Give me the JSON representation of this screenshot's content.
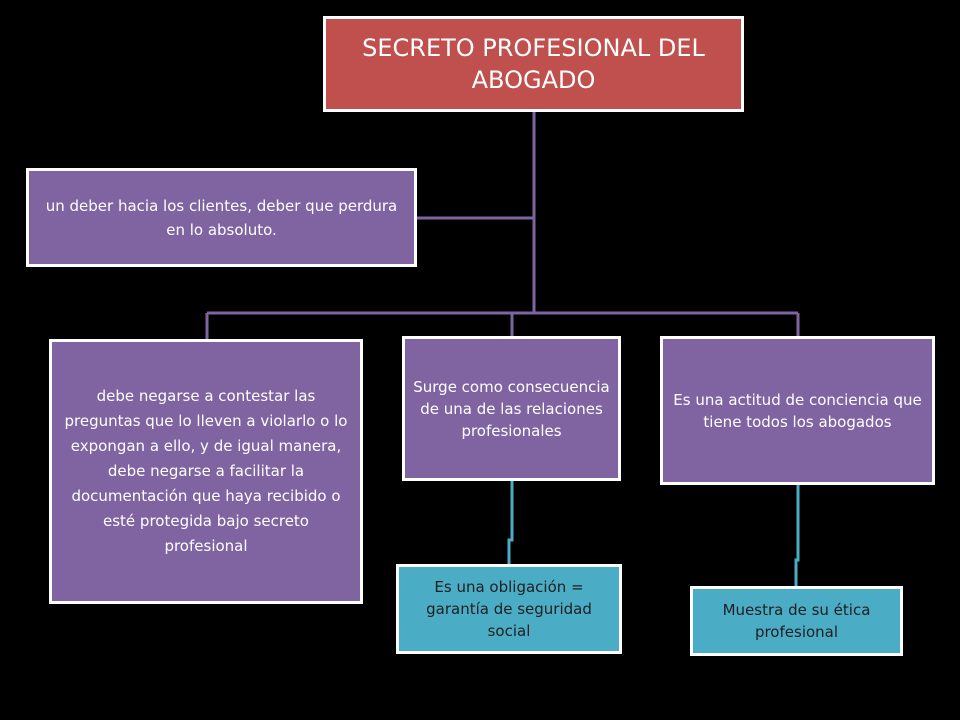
{
  "diagram": {
    "root": {
      "text": "SECRETO PROFESIONAL  DEL ABOGADO"
    },
    "duty": {
      "text": "un deber hacia los clientes, deber que perdura en lo absoluto."
    },
    "children": [
      {
        "id": "refuse",
        "text": "debe negarse a contestar las preguntas que lo lleven a violarlo o lo expongan a ello, y de igual manera, debe negarse a facilitar la documentación que haya recibido o esté protegida bajo secreto profesional"
      },
      {
        "id": "arises",
        "text": "Surge como consecuencia de una de las relaciones profesionales"
      },
      {
        "id": "attitude",
        "text": "Es una actitud de conciencia que tiene  todos los abogados"
      }
    ],
    "grandchildren": [
      {
        "id": "obligation",
        "text": "Es una obligación  = garantía de seguridad social"
      },
      {
        "id": "ethics",
        "text": "Muestra de su ética profesional"
      }
    ],
    "colors": {
      "background": "#000000",
      "root_fill": "#c0504d",
      "node_fill": "#8064a2",
      "leaf_fill": "#4bacc6",
      "connector_purple": "#8064a2",
      "connector_teal": "#4bacc6",
      "border": "#ffffff"
    }
  }
}
